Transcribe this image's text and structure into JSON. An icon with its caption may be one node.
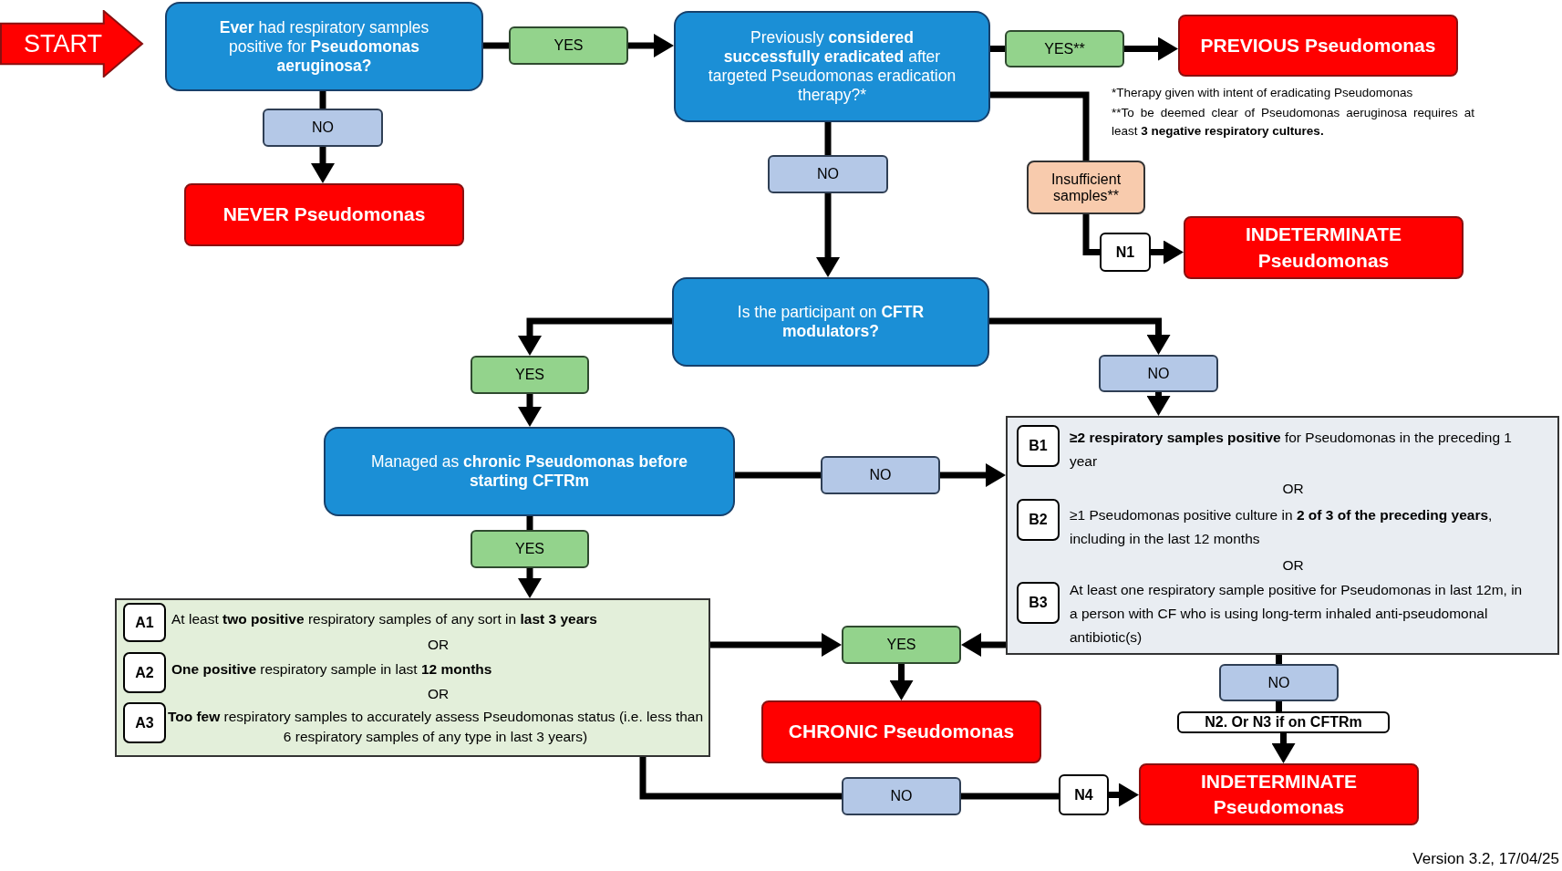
{
  "diagram": {
    "nodes": [
      {
        "text": [
          "START"
        ]
      },
      {
        "text": [
          "**Ever** had respiratory samples positive for **Pseudomonas aeruginosa?**"
        ]
      },
      {
        "text": [
          "YES"
        ]
      },
      {
        "text": [
          "Previously **considered successfully eradicated** after targeted Pseudomonas eradication therapy?*"
        ]
      },
      {
        "text": [
          "YES**"
        ]
      },
      {
        "text": [
          "PREVIOUS Pseudomonas"
        ]
      },
      {
        "text": [
          "NO"
        ]
      },
      {
        "text": [
          "NEVER Pseudomonas"
        ]
      },
      {
        "text": [
          "NO"
        ]
      },
      {
        "text": [
          "Insufficient samples**"
        ]
      },
      {
        "text": [
          "N1"
        ]
      },
      {
        "text": [
          "INDETERMINATE Pseudomonas"
        ]
      },
      {
        "text": [
          "Is the participant on **CFTR modulators?**"
        ]
      },
      {
        "text": [
          "YES"
        ]
      },
      {
        "text": [
          "NO"
        ]
      },
      {
        "text": [
          "Managed as **chronic Pseudomonas before starting CFTRm**"
        ]
      },
      {
        "text": [
          "NO"
        ]
      },
      {
        "text": [
          "**≥2 respiratory samples positive** for Pseudomonas in the preceding 1 year",
          "OR",
          "≥1 Pseudomonas positive culture in **2 of 3 of the preceding years**, including in the last 12 months",
          "OR",
          "At least one respiratory sample positive for Pseudomonas in last 12m, in a person with CF who is using long-term inhaled anti-pseudomonal antibiotic(s)"
        ]
      },
      {
        "text": [
          "B1"
        ],
        "in": 17
      },
      {
        "text": [
          "B2"
        ],
        "in": 17
      },
      {
        "text": [
          "B3"
        ],
        "in": 17
      },
      {
        "text": [
          "YES"
        ]
      },
      {
        "text": [
          "At least **two positive** respiratory samples of any sort in **last 3 years**",
          "OR",
          "**One positive**  respiratory sample in last **12 months**",
          "OR",
          "**Too few** respiratory samples to accurately assess Pseudomonas status (i.e. less than 6 respiratory samples of any type in last 3 years)"
        ]
      },
      {
        "text": [
          "A1"
        ],
        "in": 22
      },
      {
        "text": [
          "A2"
        ],
        "in": 22
      },
      {
        "text": [
          "A3"
        ],
        "in": 22
      },
      {
        "text": [
          "YES"
        ]
      },
      {
        "text": [
          "CHRONIC Pseudomonas"
        ]
      },
      {
        "text": [
          "NO"
        ]
      },
      {
        "text": [
          "N2. Or N3 if on CFTRm"
        ]
      },
      {
        "text": [
          "INDETERMINATE Pseudomonas"
        ]
      },
      {
        "text": [
          "NO"
        ]
      },
      {
        "text": [
          "N4"
        ]
      }
    ],
    "edges": [
      {
        "from": 1,
        "to": 2,
        "arrow": "none"
      },
      {
        "from": 2,
        "to": 3,
        "arrow": "to"
      },
      {
        "from": 3,
        "to": 4,
        "arrow": "none"
      },
      {
        "from": 4,
        "to": 5,
        "arrow": "to"
      },
      {
        "from": 1,
        "to": 6,
        "arrow": "none"
      },
      {
        "from": 6,
        "to": 7,
        "arrow": "to"
      },
      {
        "from": 3,
        "to": 8,
        "arrow": "none"
      },
      {
        "from": 8,
        "to": 12,
        "arrow": "to"
      },
      {
        "from": 3,
        "to": 9,
        "arrow": "none"
      },
      {
        "from": 9,
        "to": 10,
        "arrow": "none"
      },
      {
        "from": 10,
        "to": 11,
        "arrow": "to"
      },
      {
        "from": 12,
        "to": 13,
        "arrow": "to"
      },
      {
        "from": 13,
        "to": 15,
        "arrow": "to"
      },
      {
        "from": 12,
        "to": 14,
        "arrow": "to"
      },
      {
        "from": 14,
        "to": 17,
        "arrow": "to"
      },
      {
        "from": 15,
        "to": 16,
        "arrow": "none"
      },
      {
        "from": 16,
        "to": 17,
        "arrow": "to"
      },
      {
        "from": 15,
        "to": 21,
        "arrow": "none"
      },
      {
        "from": 21,
        "to": 22,
        "arrow": "to"
      },
      {
        "from": 22,
        "to": 26,
        "arrow": "to"
      },
      {
        "from": 17,
        "to": 26,
        "arrow": "to"
      },
      {
        "from": 26,
        "to": 27,
        "arrow": "to"
      },
      {
        "from": 17,
        "to": 28,
        "arrow": "none"
      },
      {
        "from": 28,
        "to": 29,
        "arrow": "none"
      },
      {
        "from": 29,
        "to": 30,
        "arrow": "to"
      },
      {
        "from": 22,
        "to": 31,
        "arrow": "none"
      },
      {
        "from": 31,
        "to": 32,
        "arrow": "none"
      },
      {
        "from": 32,
        "to": 30,
        "arrow": "to"
      }
    ],
    "labels": [
      "*Therapy given with intent of eradicating Pseudomonas",
      "**To be deemed clear of Pseudomonas aeruginosa requires at least",
      "3 negative respiratory cultures.",
      "Version 3.2, 17/04/25"
    ]
  }
}
